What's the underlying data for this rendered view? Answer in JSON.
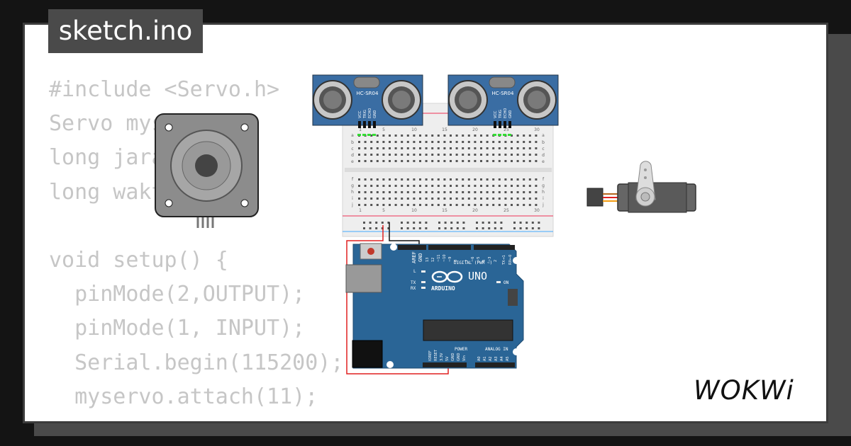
{
  "file_tab": {
    "label": "sketch.ino"
  },
  "code_lines": [
    "#include <Servo.h>",
    "Servo myservo;",
    "long jarak;",
    "long waktu;",
    "",
    "void setup() {",
    "  pinMode(2,OUTPUT);",
    "  pinMode(1, INPUT);",
    "  Serial.begin(115200);",
    "  myservo.attach(11);",
    "}"
  ],
  "sensors": [
    {
      "label": "HC-SR04",
      "pins": [
        "VCC",
        "TRIG",
        "ECHO",
        "GND"
      ]
    },
    {
      "label": "HC-SR04",
      "pins": [
        "VCC",
        "TRIG",
        "ECHO",
        "GND"
      ]
    }
  ],
  "breadboard": {
    "column_numbers": [
      "1",
      "5",
      "10",
      "15",
      "20",
      "25",
      "30"
    ],
    "row_letters_top": [
      "a",
      "b",
      "c",
      "d",
      "e"
    ],
    "row_letters_bottom": [
      "f",
      "g",
      "h",
      "i",
      "j"
    ]
  },
  "arduino": {
    "model": "UNO",
    "brand": "ARDUINO",
    "digital_label": "DIGITAL (PWM ~)",
    "power_label": "POWER",
    "analog_label": "ANALOG IN",
    "aref": "AREF",
    "gnd": "GND",
    "led_labels": [
      "L",
      "TX",
      "RX"
    ],
    "on_label": "ON",
    "digital_pins": [
      "13",
      "12",
      "~11",
      "~10",
      "~9",
      "8",
      "7",
      "~6",
      "~5",
      "4",
      "~3",
      "2",
      "TX→1",
      "RX←0"
    ],
    "power_pins": [
      "IOREF",
      "RESET",
      "3.3V",
      "5V",
      "GND",
      "GND",
      "Vin"
    ],
    "analog_pins": [
      "A0",
      "A1",
      "A2",
      "A3",
      "A4",
      "A5"
    ]
  },
  "brand_logo": {
    "text": "WOKWi"
  },
  "colors": {
    "board_blue": "#2a6596",
    "sensor_blue": "#3a6da3",
    "wire_red": "#e02020",
    "wire_black": "#111111",
    "pin_green": "#33dd33"
  }
}
